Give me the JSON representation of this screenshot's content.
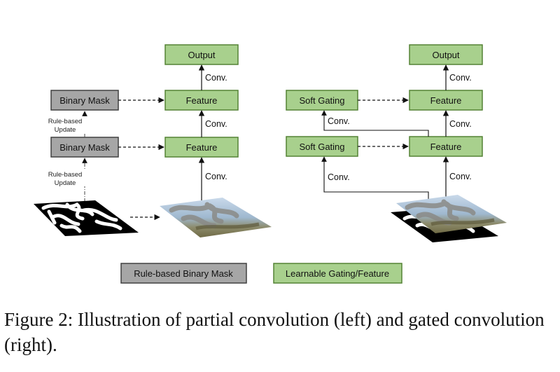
{
  "colors": {
    "green_fill": "#a8d08d",
    "green_stroke": "#548235",
    "gray_fill": "#a6a6a6",
    "gray_stroke": "#404040"
  },
  "left": {
    "output": "Output",
    "feature_top": "Feature",
    "feature_bottom": "Feature",
    "mask_top": "Binary Mask",
    "mask_bottom": "Binary Mask",
    "conv_top": "Conv.",
    "conv_mid": "Conv.",
    "conv_bottom": "Conv.",
    "update_top": [
      "Rule-based",
      "Update"
    ],
    "update_bottom": [
      "Rule-based",
      "Update"
    ]
  },
  "right": {
    "output": "Output",
    "feature_top": "Feature",
    "feature_bottom": "Feature",
    "gating_top": "Soft Gating",
    "gating_bottom": "Soft Gating",
    "conv_top": "Conv.",
    "conv_mid": "Conv.",
    "conv_bottom": "Conv.",
    "conv_gate_top": "Conv.",
    "conv_gate_bottom": "Conv."
  },
  "legend": {
    "rule_based": "Rule-based Binary Mask",
    "learnable": "Learnable Gating/Feature"
  },
  "caption": "Figure 2: Illustration of partial convolution (left) and gated convolution (right)."
}
